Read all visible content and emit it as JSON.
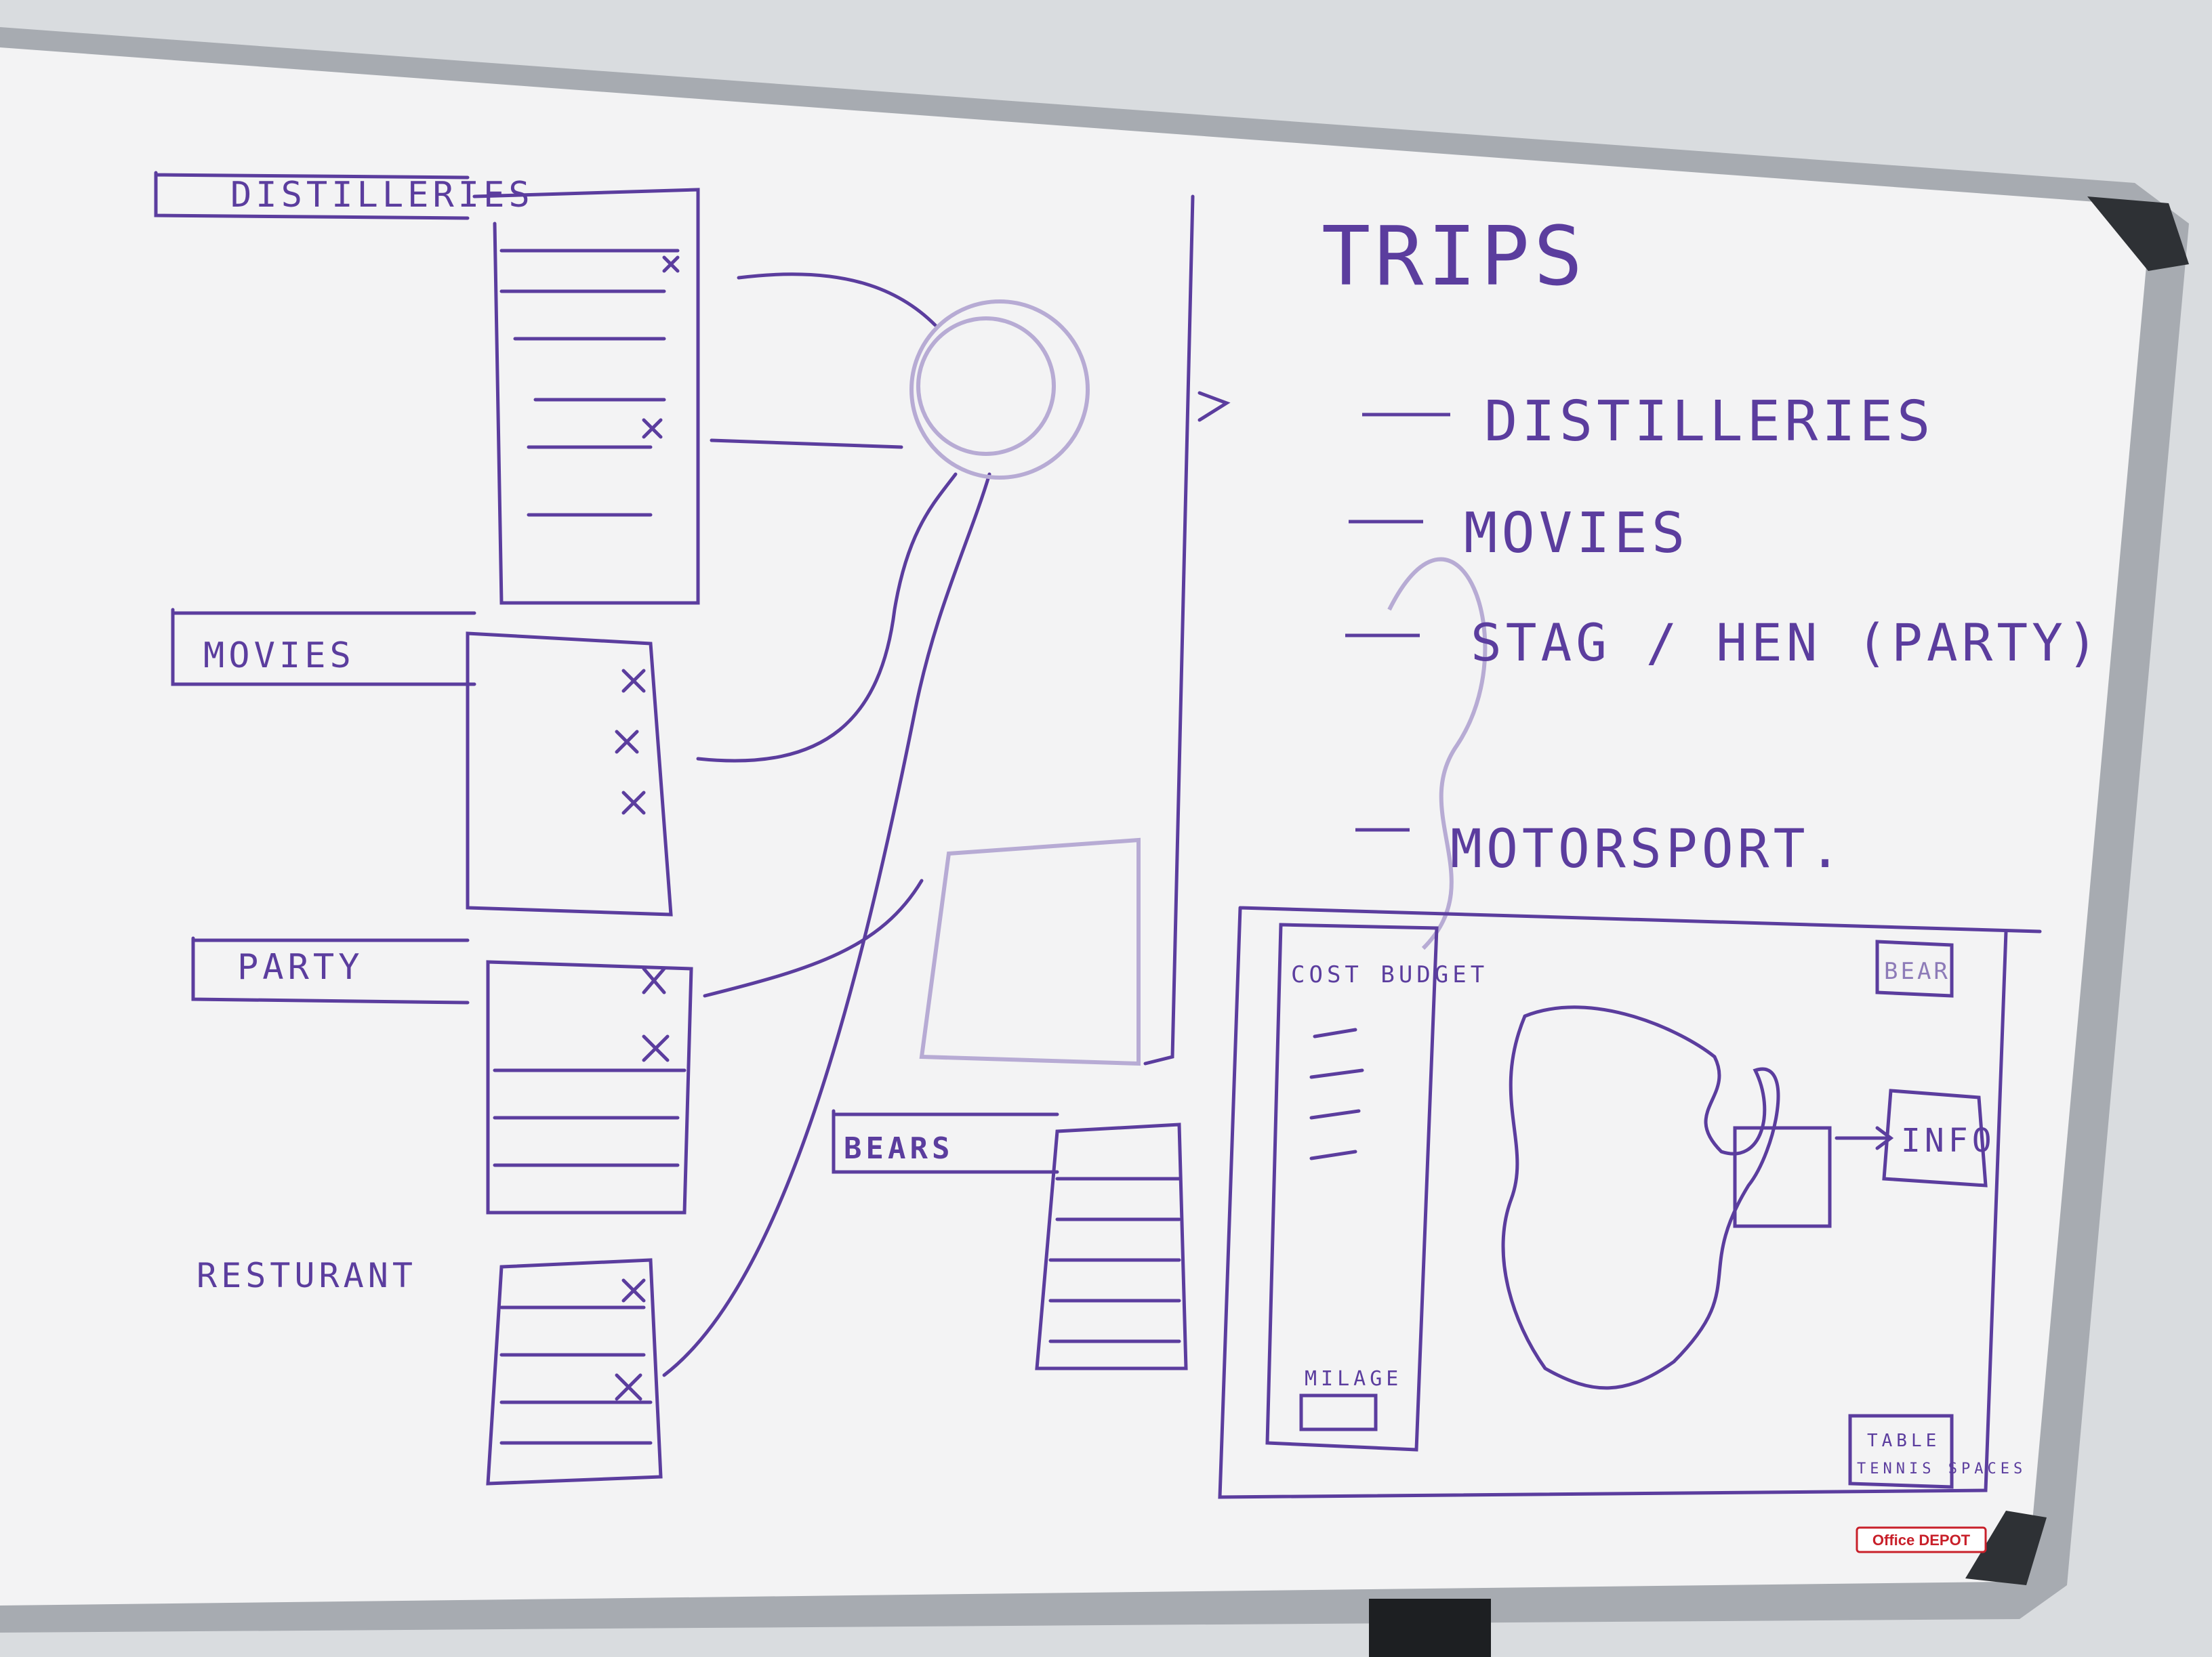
{
  "colors": {
    "wall": "#d9dcdf",
    "board": "#f3f3f4",
    "frame": "#a7abb1",
    "ink": "#5b3d9e",
    "faint_ink": "#b7abd4",
    "brand_red": "#c8202a"
  },
  "left_sketch": {
    "distilleries_label": "DISTILLERIES",
    "movies_label": "MOVIES",
    "party_label": "PARTY",
    "restaurant_label": "RESTURANT",
    "bears_label": "BEARS"
  },
  "trips": {
    "title": "TRIPS",
    "items": [
      "DISTILLERIES",
      "MOVIES",
      "STAG / HEN (PARTY)",
      "MOTORSPORT."
    ]
  },
  "map_sketch": {
    "sidebar_title": "COST BUDGET",
    "sidebar_footer": "MILAGE",
    "top_right_box": "BEAR",
    "info_box": "INFO",
    "bottom_right_box_line1": "TABLE",
    "bottom_right_box_line2": "TENNIS SPACES"
  },
  "brand": {
    "logo_text": "Office DEPOT"
  }
}
